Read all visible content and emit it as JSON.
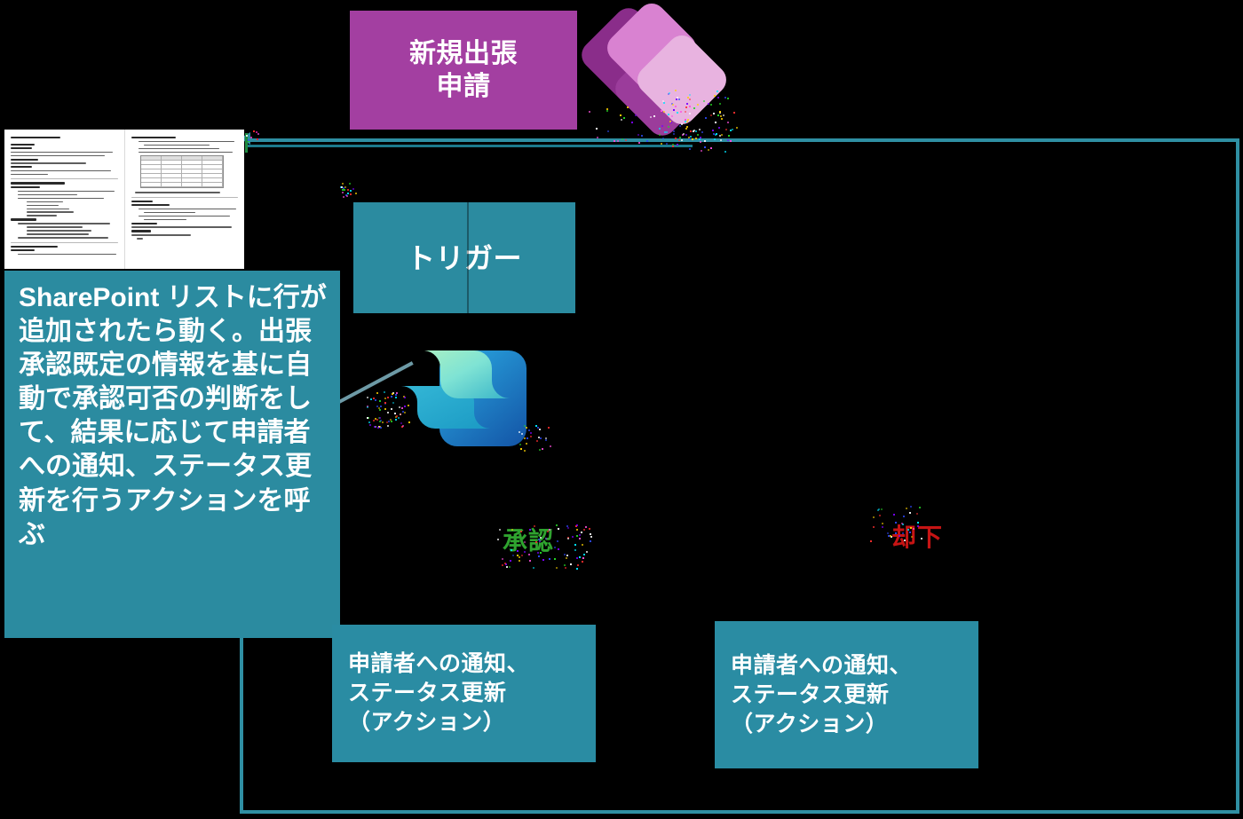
{
  "diagram": {
    "title_node": {
      "label": "新規出張\n申請",
      "color": "#a33fa1",
      "icon": "power-apps-logo"
    },
    "trigger_node": {
      "label": "トリガー",
      "color": "#2b8ba0",
      "icon": "power-automate-logo"
    },
    "callout": {
      "text": "SharePoint リストに行が追加されたら動く。出張承認既定の情報を基に自動で承認可否の判断をして、結果に応じて申請者への通知、ステータス更新を行うアクションを呼ぶ",
      "color": "#2b8ba0"
    },
    "branches": [
      {
        "key": "approve",
        "label": "承認",
        "color": "#2fa32f"
      },
      {
        "key": "reject",
        "label": "却下",
        "color": "#c61414"
      }
    ],
    "action_nodes": [
      {
        "key": "approve-action",
        "label": "申請者への通知、\nステータス更新\n（アクション）",
        "color": "#2a8ca3"
      },
      {
        "key": "reject-action",
        "label": "申請者への通知、\nステータス更新\n（アクション）",
        "color": "#2a8ca3"
      }
    ],
    "document_thumbnail": {
      "name": "requirements-document",
      "pages": 2,
      "description": ""
    },
    "connector_color": "#2f8fa3",
    "background": "#000000"
  }
}
